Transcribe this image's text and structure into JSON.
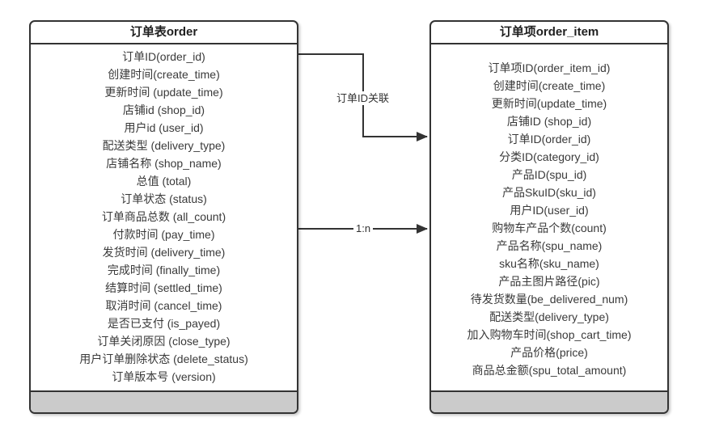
{
  "diagram": {
    "tables": [
      {
        "title": "订单表order",
        "fields": [
          "订单ID(order_id)",
          "创建时间(create_time)",
          "更新时间 (update_time)",
          "店铺id (shop_id)",
          "用户id (user_id)",
          "配送类型 (delivery_type)",
          "店铺名称 (shop_name)",
          "总值 (total)",
          "订单状态 (status)",
          "订单商品总数 (all_count)",
          "付款时间 (pay_time)",
          "发货时间 (delivery_time)",
          "完成时间 (finally_time)",
          "结算时间 (settled_time)",
          "取消时间 (cancel_time)",
          "是否已支付 (is_payed)",
          "订单关闭原因 (close_type)",
          "用户订单删除状态 (delete_status)",
          "订单版本号 (version)"
        ]
      },
      {
        "title": "订单项order_item",
        "fields": [
          "订单项ID(order_item_id)",
          "创建时间(create_time)",
          "更新时间(update_time)",
          "店铺ID (shop_id)",
          "订单ID(order_id)",
          "分类ID(category_id)",
          "产品ID(spu_id)",
          "产品SkuID(sku_id)",
          "用户ID(user_id)",
          "购物车产品个数(count)",
          "产品名称(spu_name)",
          "sku名称(sku_name)",
          "产品主图片路径(pic)",
          "待发货数量(be_delivered_num)",
          "配送类型(delivery_type)",
          "加入购物车时间(shop_cart_time)",
          "产品价格(price)",
          "商品总金额(spu_total_amount)"
        ]
      }
    ],
    "connectors": [
      {
        "label": "订单ID关联",
        "from": "订单表order",
        "to": "订单项order_item"
      },
      {
        "label": "1:n",
        "from": "订单表order",
        "to": "订单项order_item"
      }
    ],
    "colors": {
      "border": "#333333",
      "footer_bg": "#cbcbcb",
      "text": "#3a3a3a",
      "background": "#ffffff"
    }
  }
}
